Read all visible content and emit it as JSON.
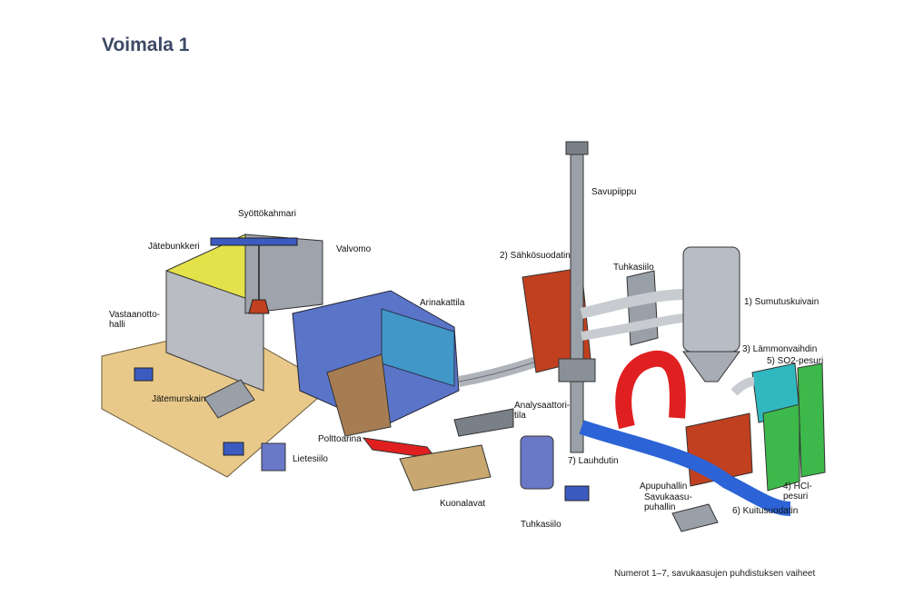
{
  "title": "Voimala 1",
  "labels": {
    "syottokahmari": "Syöttökahmari",
    "jatebunkkeri": "Jätebunkkeri",
    "valvomo": "Valvomo",
    "vastaanottohalli": "Vastaanotto-\nhalli",
    "jatemurskain": "Jätemurskain",
    "arinakattila": "Arinakattila",
    "polttoarina": "Polttoarina",
    "lietesiilo": "Lietesiilo",
    "kuonalavat": "Kuonalavat",
    "savupiippu": "Savupiippu",
    "sahkosuodatin": "2) Sähkösuodatin",
    "tuhkasiilo_top": "Tuhkasiilo",
    "sumutuskuivain": "1) Sumutuskuivain",
    "lammonvaihdin": "3) Lämmonvaihdin",
    "so2pesuri": "5) SO2-pesuri",
    "analysaattoritila": "Analysaattori-\ntila",
    "lauhdutin": "7) Lauhdutin",
    "apupuhallin": "Apupuhallin",
    "savukaasupuhallin": "Savukaasu-\npuhallin",
    "kuitusuodatin": "6) Kuitusuodatin",
    "hclpesuri": "4) HCl-\npesuri",
    "tuhkasiilo_bottom": "Tuhkasiilo"
  },
  "caption": "Numerot 1–7, savukaasujen puhdistuksen vaiheet",
  "colors": {
    "title": "#3d4a66",
    "boiler": "#5a74c8",
    "filter_red": "#c0401f",
    "duct_gray": "#c8cbd0",
    "silo_gray": "#b8bcc4",
    "ground": "#e8c98a",
    "bunker_yellow": "#e4e24a",
    "scrubber_green": "#3db84a",
    "exchanger_teal": "#30b8c0",
    "duct_blue": "#2c63d6",
    "duct_red": "#e02020"
  }
}
